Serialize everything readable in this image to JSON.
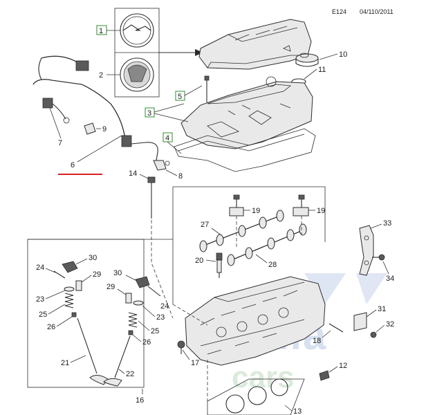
{
  "header": {
    "code": "E124",
    "date": "04/110/2011"
  },
  "callouts": {
    "c1": "1",
    "c2": "2",
    "c3": "3",
    "c4": "4",
    "c5": "5",
    "c6": "6",
    "c7": "7",
    "c8": "8",
    "c9": "9",
    "c10": "10",
    "c11": "11",
    "c12": "12",
    "c13": "13",
    "c14": "14",
    "c16": "16",
    "c17": "17",
    "c18": "18",
    "c19a": "19",
    "c19b": "19",
    "c20": "20",
    "c21": "21",
    "c22": "22",
    "c23a": "23",
    "c23b": "23",
    "c24a": "24",
    "c24b": "24",
    "c25a": "25",
    "c25b": "25",
    "c26a": "26",
    "c26b": "26",
    "c27": "27",
    "c28": "28",
    "c29a": "29",
    "c29b": "29",
    "c30a": "30",
    "c30b": "30",
    "c31": "31",
    "c32": "32",
    "c33": "33",
    "c34": "34"
  },
  "watermark": {
    "line1": "alfa",
    "line2": "cars"
  },
  "colors": {
    "highlight_box": "#2e8b2e",
    "underline": "#d62020",
    "watermark": "#c9d6ea",
    "watermark2": "#cfe3cf"
  }
}
